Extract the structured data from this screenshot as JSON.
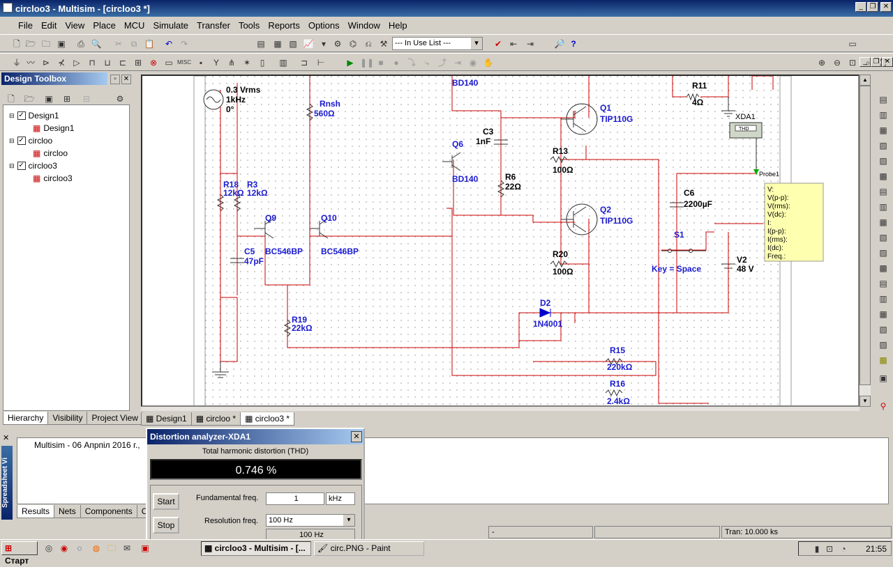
{
  "window": {
    "title": "circloo3 - Multisim - [circloo3 *]"
  },
  "menu": [
    "File",
    "Edit",
    "View",
    "Place",
    "MCU",
    "Simulate",
    "Transfer",
    "Tools",
    "Reports",
    "Options",
    "Window",
    "Help"
  ],
  "toolbar": {
    "in_use_list": "--- In Use List ---"
  },
  "design_toolbox": {
    "title": "Design Toolbox",
    "tree": [
      {
        "label": "Design1",
        "child": "Design1"
      },
      {
        "label": "circloo",
        "child": "circloo"
      },
      {
        "label": "circloo3",
        "child": "circloo3"
      }
    ],
    "tabs": [
      "Hierarchy",
      "Visibility",
      "Project View"
    ]
  },
  "doc_tabs": [
    "Design1",
    "circloo *",
    "circloo3 *"
  ],
  "schematic": {
    "source": {
      "l1": "0.3 Vrms",
      "l2": "1kHz",
      "l3": "0°"
    },
    "parts": {
      "rnsh": [
        "Rnsh",
        "560Ω"
      ],
      "r18": [
        "R18",
        "12kΩ"
      ],
      "r3": [
        "R3",
        "12kΩ"
      ],
      "q9": [
        "Q9",
        "BC546BP"
      ],
      "q10": [
        "Q10",
        "BC546BP"
      ],
      "c5": [
        "C5",
        "47pF"
      ],
      "r19": [
        "R19",
        "22kΩ"
      ],
      "bd140a": "BD140",
      "q6": [
        "Q6",
        "BD140"
      ],
      "c3": [
        "C3",
        "1nF"
      ],
      "r6": [
        "R6",
        "22Ω"
      ],
      "q1": [
        "Q1",
        "TIP110G"
      ],
      "q2": [
        "Q2",
        "TIP110G"
      ],
      "r13": [
        "R13",
        "100Ω"
      ],
      "r20": [
        "R20",
        "100Ω"
      ],
      "d2": [
        "D2",
        "1N4001"
      ],
      "r15": [
        "R15",
        "220kΩ"
      ],
      "r16": [
        "R16",
        "2.4kΩ"
      ],
      "r11": [
        "R11",
        "4Ω"
      ],
      "xda1": "XDA1",
      "thd_label": "THD",
      "c6": [
        "C6",
        "2200µF"
      ],
      "s1": "S1",
      "key": "Key = Space",
      "v2": [
        "V2",
        "48 V"
      ],
      "probe": "Probe1"
    },
    "probe_readout": [
      "V:",
      "V(p-p):",
      "V(rms):",
      "V(dc):",
      "I:",
      "I(p-p):",
      "I(rms):",
      "I(dc):",
      "Freq.:"
    ]
  },
  "spreadsheet": {
    "side_label": "Spreadsheet Vi",
    "log": "Multisim  -  06 Апрпіл 2016 г.,",
    "tabs": [
      "Results",
      "Nets",
      "Components",
      "Cop"
    ]
  },
  "distortion": {
    "title": "Distortion analyzer-XDA1",
    "thd_label": "Total harmonic distortion (THD)",
    "thd_value": "0.746 %",
    "start": "Start",
    "stop": "Stop",
    "fund_label": "Fundamental freq.",
    "fund_value": "1",
    "fund_unit": "kHz",
    "res_label": "Resolution freq.",
    "res_value": "100 Hz",
    "res_value2": "100 Hz"
  },
  "status": {
    "dash": "-",
    "tran": "Tran: 10.000 ks"
  },
  "taskbar": {
    "start": "Старт",
    "task1": "circloo3 - Multisim - [...",
    "task2": "circ.PNG - Paint",
    "clock": "21:55"
  }
}
